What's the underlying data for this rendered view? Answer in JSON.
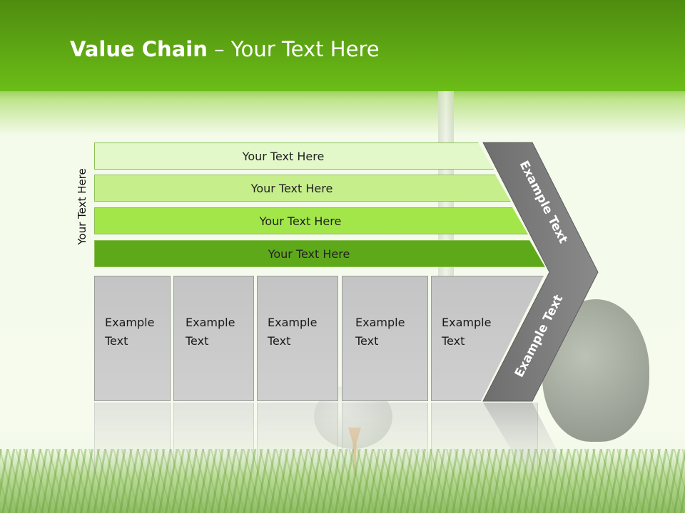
{
  "slide": {
    "title_bold": "Value Chain",
    "title_rest": " – Your Text Here",
    "side_label": "Your Text Here"
  },
  "tiers": [
    {
      "label": "Your Text Here",
      "color": "#e3f8c8"
    },
    {
      "label": "Your Text Here",
      "color": "#c6ef8c"
    },
    {
      "label": "Your Text Here",
      "color": "#a2e64a"
    },
    {
      "label": "Your Text Here",
      "color": "#5ea91a"
    }
  ],
  "steps": [
    {
      "line1": "Example",
      "line2": "Text"
    },
    {
      "line1": "Example",
      "line2": "Text"
    },
    {
      "line1": "Example",
      "line2": "Text"
    },
    {
      "line1": "Example",
      "line2": "Text"
    },
    {
      "line1": "Example",
      "line2": "Text"
    }
  ],
  "chevron": {
    "top_label": "Example Text",
    "bottom_label": "Example Text",
    "color": "#7a7a7a"
  }
}
